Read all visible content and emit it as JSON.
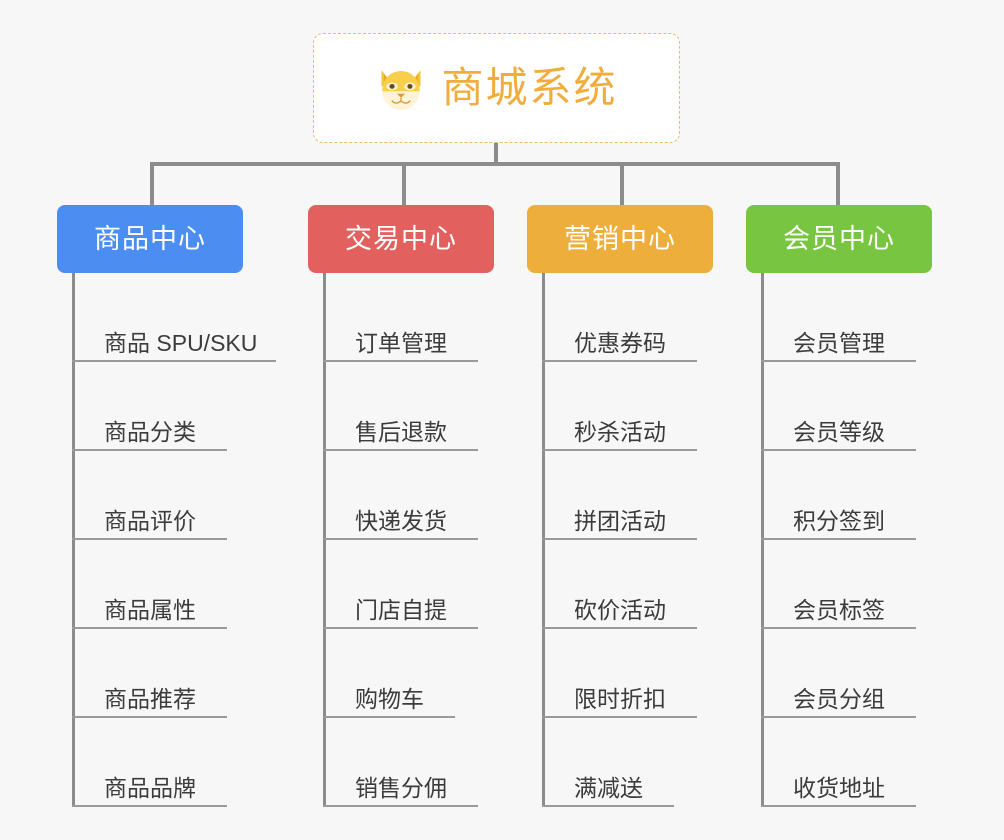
{
  "diagram": {
    "background_color": "#f7f7f7",
    "root": {
      "label": "商城系统",
      "icon": "shiba-dog-face-icon",
      "text_color": "#f0ad3e",
      "border_color": "#e9ba6a",
      "background_color": "#ffffff"
    },
    "connector_color": "#8c8c8c",
    "branches": [
      {
        "label": "商品中心",
        "color": "#4b8df0",
        "items": [
          "商品 SPU/SKU",
          "商品分类",
          "商品评价",
          "商品属性",
          "商品推荐",
          "商品品牌"
        ]
      },
      {
        "label": "交易中心",
        "color": "#e2615e",
        "items": [
          "订单管理",
          "售后退款",
          "快递发货",
          "门店自提",
          "购物车",
          "销售分佣"
        ]
      },
      {
        "label": "营销中心",
        "color": "#edae3c",
        "items": [
          "优惠券码",
          "秒杀活动",
          "拼团活动",
          "砍价活动",
          "限时折扣",
          "满减送"
        ]
      },
      {
        "label": "会员中心",
        "color": "#77c540",
        "items": [
          "会员管理",
          "会员等级",
          "积分签到",
          "会员标签",
          "会员分组",
          "收货地址"
        ]
      }
    ]
  }
}
